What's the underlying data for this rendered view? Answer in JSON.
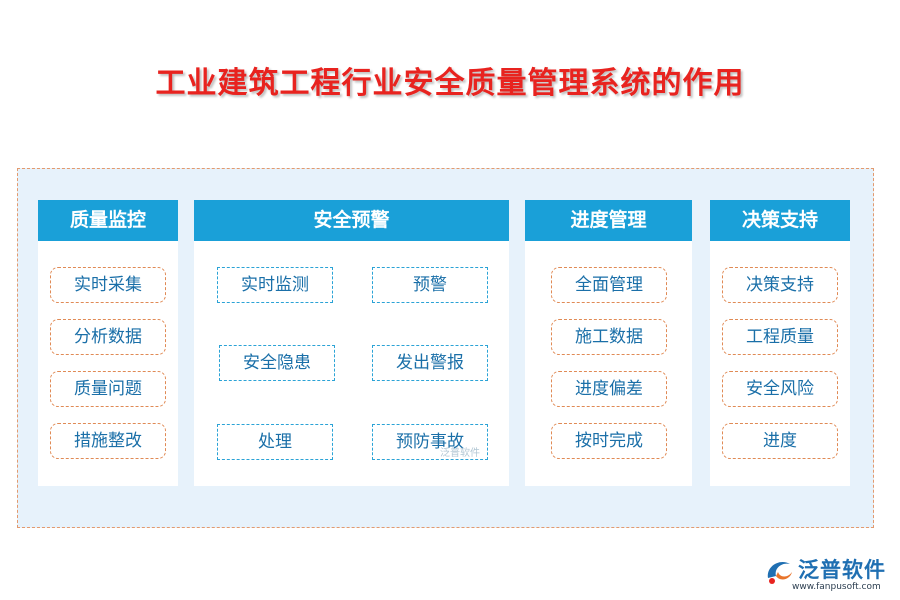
{
  "title": "工业建筑工程行业安全质量管理系统的作用",
  "columns": [
    {
      "header": "质量监控",
      "items": [
        "实时采集",
        "分析数据",
        "质量问题",
        "措施整改"
      ]
    },
    {
      "header": "安全预警",
      "items": [
        "实时监测",
        "预警",
        "安全隐患",
        "发出警报",
        "处理",
        "预防事故"
      ]
    },
    {
      "header": "进度管理",
      "items": [
        "全面管理",
        "施工数据",
        "进度偏差",
        "按时完成"
      ]
    },
    {
      "header": "决策支持",
      "items": [
        "决策支持",
        "工程质量",
        "安全风险",
        "进度"
      ]
    }
  ],
  "watermark": "泛普软件",
  "logo": {
    "name": "泛普软件",
    "url": "www.fanpusoft.com"
  },
  "colors": {
    "title": "#e8231f",
    "header_bg": "#1aa0d8",
    "panel_bg": "#e7f2fb",
    "orange_border": "#e08a55",
    "blue_border": "#2ba3d6",
    "item_text": "#1a6fa8"
  }
}
